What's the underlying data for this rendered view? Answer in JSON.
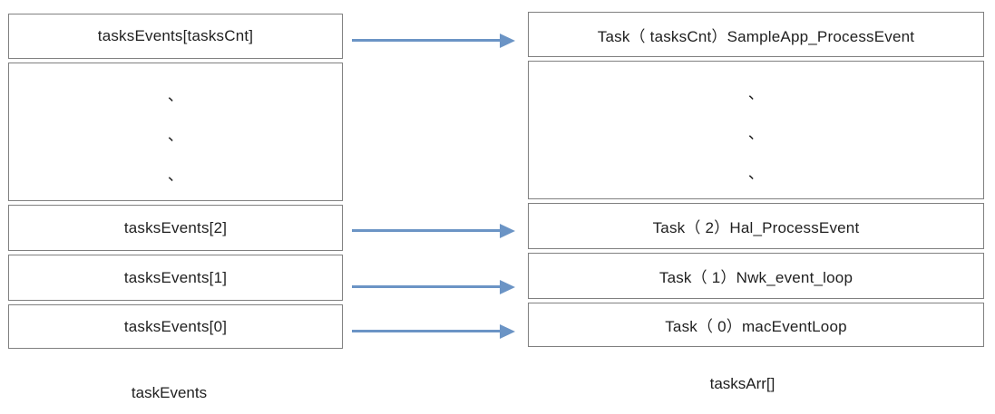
{
  "diagram": {
    "left_table": {
      "caption": "taskEvents",
      "top_cell": "tasksEvents[tasksCnt]",
      "ellipsis_marks": [
        "、",
        "、",
        "、"
      ],
      "cells": [
        "tasksEvents[2]",
        "tasksEvents[1]",
        "tasksEvents[0]"
      ]
    },
    "right_table": {
      "caption": "tasksArr[]",
      "top_cell": "Task（ tasksCnt）SampleApp_ProcessEvent",
      "ellipsis_marks": [
        "、",
        "、",
        "、"
      ],
      "cells": [
        "Task（ 2）Hal_ProcessEvent",
        "Task（ 1）Nwk_event_loop",
        "Task（ 0）macEventLoop"
      ]
    },
    "colors": {
      "arrow": "#6b94c5",
      "border": "#808080",
      "text": "#1f1f1f"
    }
  }
}
